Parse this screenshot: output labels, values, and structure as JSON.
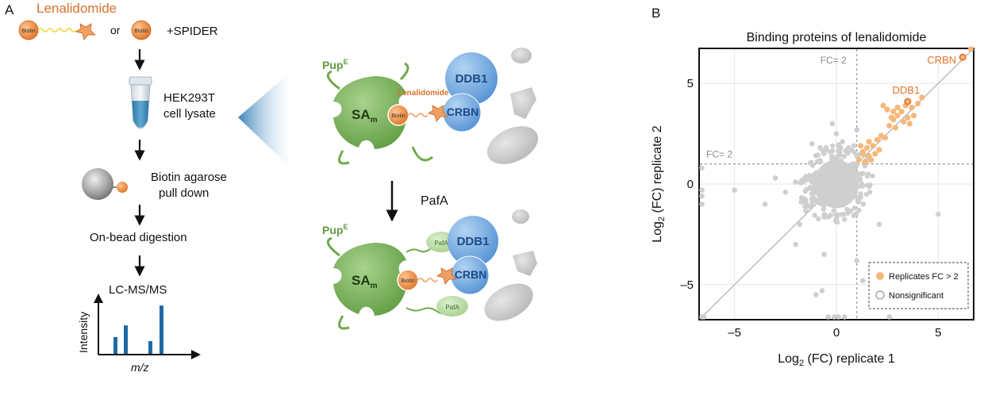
{
  "panelA": {
    "label": "A",
    "top_molecule_label": "Lenalidomide",
    "biotin_label": "Biotin",
    "or_text": "or",
    "spider_text": "+SPIDER",
    "lysate_text_line1": "HEK293T",
    "lysate_text_line2": "cell lysate",
    "pulldown_line1": "Biotin agarose",
    "pulldown_line2": "pull down",
    "digestion_text": "On-bead digestion",
    "lcms_text": "LC-MS/MS",
    "intensity_label": "Intensity",
    "mz_label": "m/z",
    "spectrum_peaks": [
      0.33,
      0.56,
      0.25,
      0.95
    ]
  },
  "complex_top": {
    "pup": "Pup",
    "pup_sup": "E",
    "sa": "SA",
    "sa_sub": "m",
    "biotin": "Biotin",
    "lenalidomide": "Lenalidomide",
    "ddb1": "DDB1",
    "crbn": "CRBN"
  },
  "pafa_arrow_label": "PafA",
  "complex_bottom": {
    "pup": "Pup",
    "pup_sup": "E",
    "sa": "SA",
    "sa_sub": "m",
    "biotin": "Biotin",
    "ddb1": "DDB1",
    "crbn": "CRBN",
    "pafa_small": "PafA"
  },
  "panelB": {
    "label": "B",
    "chart_data": {
      "type": "scatter",
      "title": "Binding proteins of lenalidomide",
      "xlabel": "Log2 (FC) replicate 1",
      "ylabel": "Log2 (FC) replicate 2",
      "xlabel_parts": [
        "Log",
        "2",
        " (FC) replicate 1"
      ],
      "ylabel_parts": [
        "Log",
        "2",
        " (FC) replicate 2"
      ],
      "xlim": [
        -6.7,
        6.7
      ],
      "ylim": [
        -6.7,
        6.7
      ],
      "xticks": [
        "–5",
        "0",
        "5"
      ],
      "yticks": [
        "5",
        "0",
        "–5"
      ],
      "xtick_values": [
        -5,
        0,
        5
      ],
      "ytick_values": [
        5,
        0,
        -5
      ],
      "threshold": 1,
      "threshold_label_v": "FC= 2",
      "threshold_label_h": "FC= 2",
      "grid": true,
      "legend_position": "bottom-right",
      "legend": [
        "Replicates FC > 2",
        "Nonsignificant"
      ],
      "colors": {
        "significant": "#f6b87a",
        "nonsignificant": "#cfcfcf",
        "highlight": "#e0742a",
        "diagonal": "#bdbdbd"
      },
      "highlighted": [
        {
          "name": "CRBN",
          "x": 6.2,
          "y": 6.3
        },
        {
          "name": "DDB1",
          "x": 3.5,
          "y": 4.1
        }
      ],
      "significant_points": [
        [
          1.3,
          1.5
        ],
        [
          1.5,
          1.8
        ],
        [
          1.8,
          1.9
        ],
        [
          1.6,
          1.4
        ],
        [
          2.0,
          2.2
        ],
        [
          2.2,
          2.4
        ],
        [
          2.4,
          2.3
        ],
        [
          2.6,
          2.9
        ],
        [
          2.8,
          3.2
        ],
        [
          3.0,
          3.4
        ],
        [
          3.2,
          3.6
        ],
        [
          3.4,
          3.9
        ],
        [
          3.5,
          3.3
        ],
        [
          3.7,
          3.8
        ],
        [
          3.8,
          3.4
        ],
        [
          4.0,
          4.0
        ],
        [
          3.0,
          3.8
        ],
        [
          2.8,
          3.6
        ],
        [
          2.5,
          3.7
        ],
        [
          2.3,
          3.9
        ],
        [
          2.7,
          3.3
        ],
        [
          3.3,
          3.1
        ],
        [
          1.1,
          1.2
        ],
        [
          1.4,
          1.1
        ],
        [
          1.9,
          1.5
        ],
        [
          2.1,
          1.7
        ],
        [
          1.6,
          2.1
        ],
        [
          1.2,
          1.9
        ],
        [
          2.9,
          2.8
        ],
        [
          3.6,
          3.0
        ],
        [
          4.2,
          4.3
        ],
        [
          6.6,
          6.7
        ],
        [
          1.7,
          1.2
        ],
        [
          1.3,
          1.6
        ]
      ],
      "nonsignificant_outliers": [
        [
          -5.0,
          -0.3
        ],
        [
          -3.0,
          0.3
        ],
        [
          -2.5,
          -0.4
        ],
        [
          -2.0,
          0.1
        ],
        [
          -1.5,
          -0.8
        ],
        [
          -3.5,
          -1.0
        ],
        [
          -1.8,
          -2.0
        ],
        [
          -6.6,
          0.8
        ],
        [
          -6.6,
          -0.3
        ],
        [
          -6.6,
          -0.6
        ],
        [
          -6.6,
          -1.0
        ],
        [
          -6.6,
          -6.6
        ],
        [
          -6.5,
          -6.6
        ],
        [
          -1.0,
          -5.5
        ],
        [
          -0.4,
          -6.6
        ],
        [
          0.1,
          -6.6
        ],
        [
          -0.1,
          -6.6
        ],
        [
          0.4,
          -6.6
        ],
        [
          2.6,
          -6.6
        ],
        [
          -0.7,
          -5.3
        ],
        [
          1.3,
          -4.8
        ],
        [
          1.0,
          -3.8
        ],
        [
          2.1,
          -2.0
        ],
        [
          3.1,
          -5.0
        ],
        [
          5.0,
          -1.5
        ],
        [
          -0.2,
          3.0
        ],
        [
          -1.2,
          2.0
        ],
        [
          -0.8,
          1.8
        ],
        [
          0.0,
          2.5
        ],
        [
          0.3,
          2.1
        ],
        [
          0.6,
          1.8
        ],
        [
          1.0,
          2.7
        ],
        [
          -2.0,
          -3.0
        ],
        [
          -0.6,
          -3.5
        ]
      ]
    }
  }
}
